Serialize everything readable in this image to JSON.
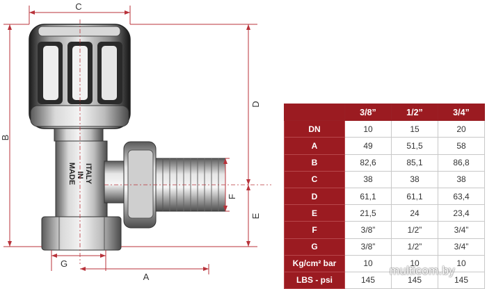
{
  "drawing": {
    "dims": {
      "a": "A",
      "b": "B",
      "c": "C",
      "d": "D",
      "e": "E",
      "f": "F",
      "g": "G"
    },
    "body_text": [
      "MADE",
      "IN",
      "ITALY"
    ]
  },
  "table": {
    "headers": [
      "",
      "3/8”",
      "1/2”",
      "3/4”"
    ],
    "rows": [
      {
        "label": "DN",
        "values": [
          "10",
          "15",
          "20"
        ]
      },
      {
        "label": "A",
        "values": [
          "49",
          "51,5",
          "58"
        ]
      },
      {
        "label": "B",
        "values": [
          "82,6",
          "85,1",
          "86,8"
        ]
      },
      {
        "label": "C",
        "values": [
          "38",
          "38",
          "38"
        ]
      },
      {
        "label": "D",
        "values": [
          "61,1",
          "61,1",
          "63,4"
        ]
      },
      {
        "label": "E",
        "values": [
          "21,5",
          "24",
          "23,4"
        ]
      },
      {
        "label": "F",
        "values": [
          "3/8”",
          "1/2”",
          "3/4”"
        ]
      },
      {
        "label": "G",
        "values": [
          "3/8”",
          "1/2”",
          "3/4”"
        ]
      },
      {
        "label": "Kg/cm² bar",
        "values": [
          "10",
          "10",
          "10"
        ]
      },
      {
        "label": "LBS - psi",
        "values": [
          "145",
          "145",
          "145"
        ]
      }
    ]
  },
  "watermark": "multicom.by",
  "colors": {
    "header_red": "#9b1b21",
    "dim_line_red": "#b8323a"
  }
}
